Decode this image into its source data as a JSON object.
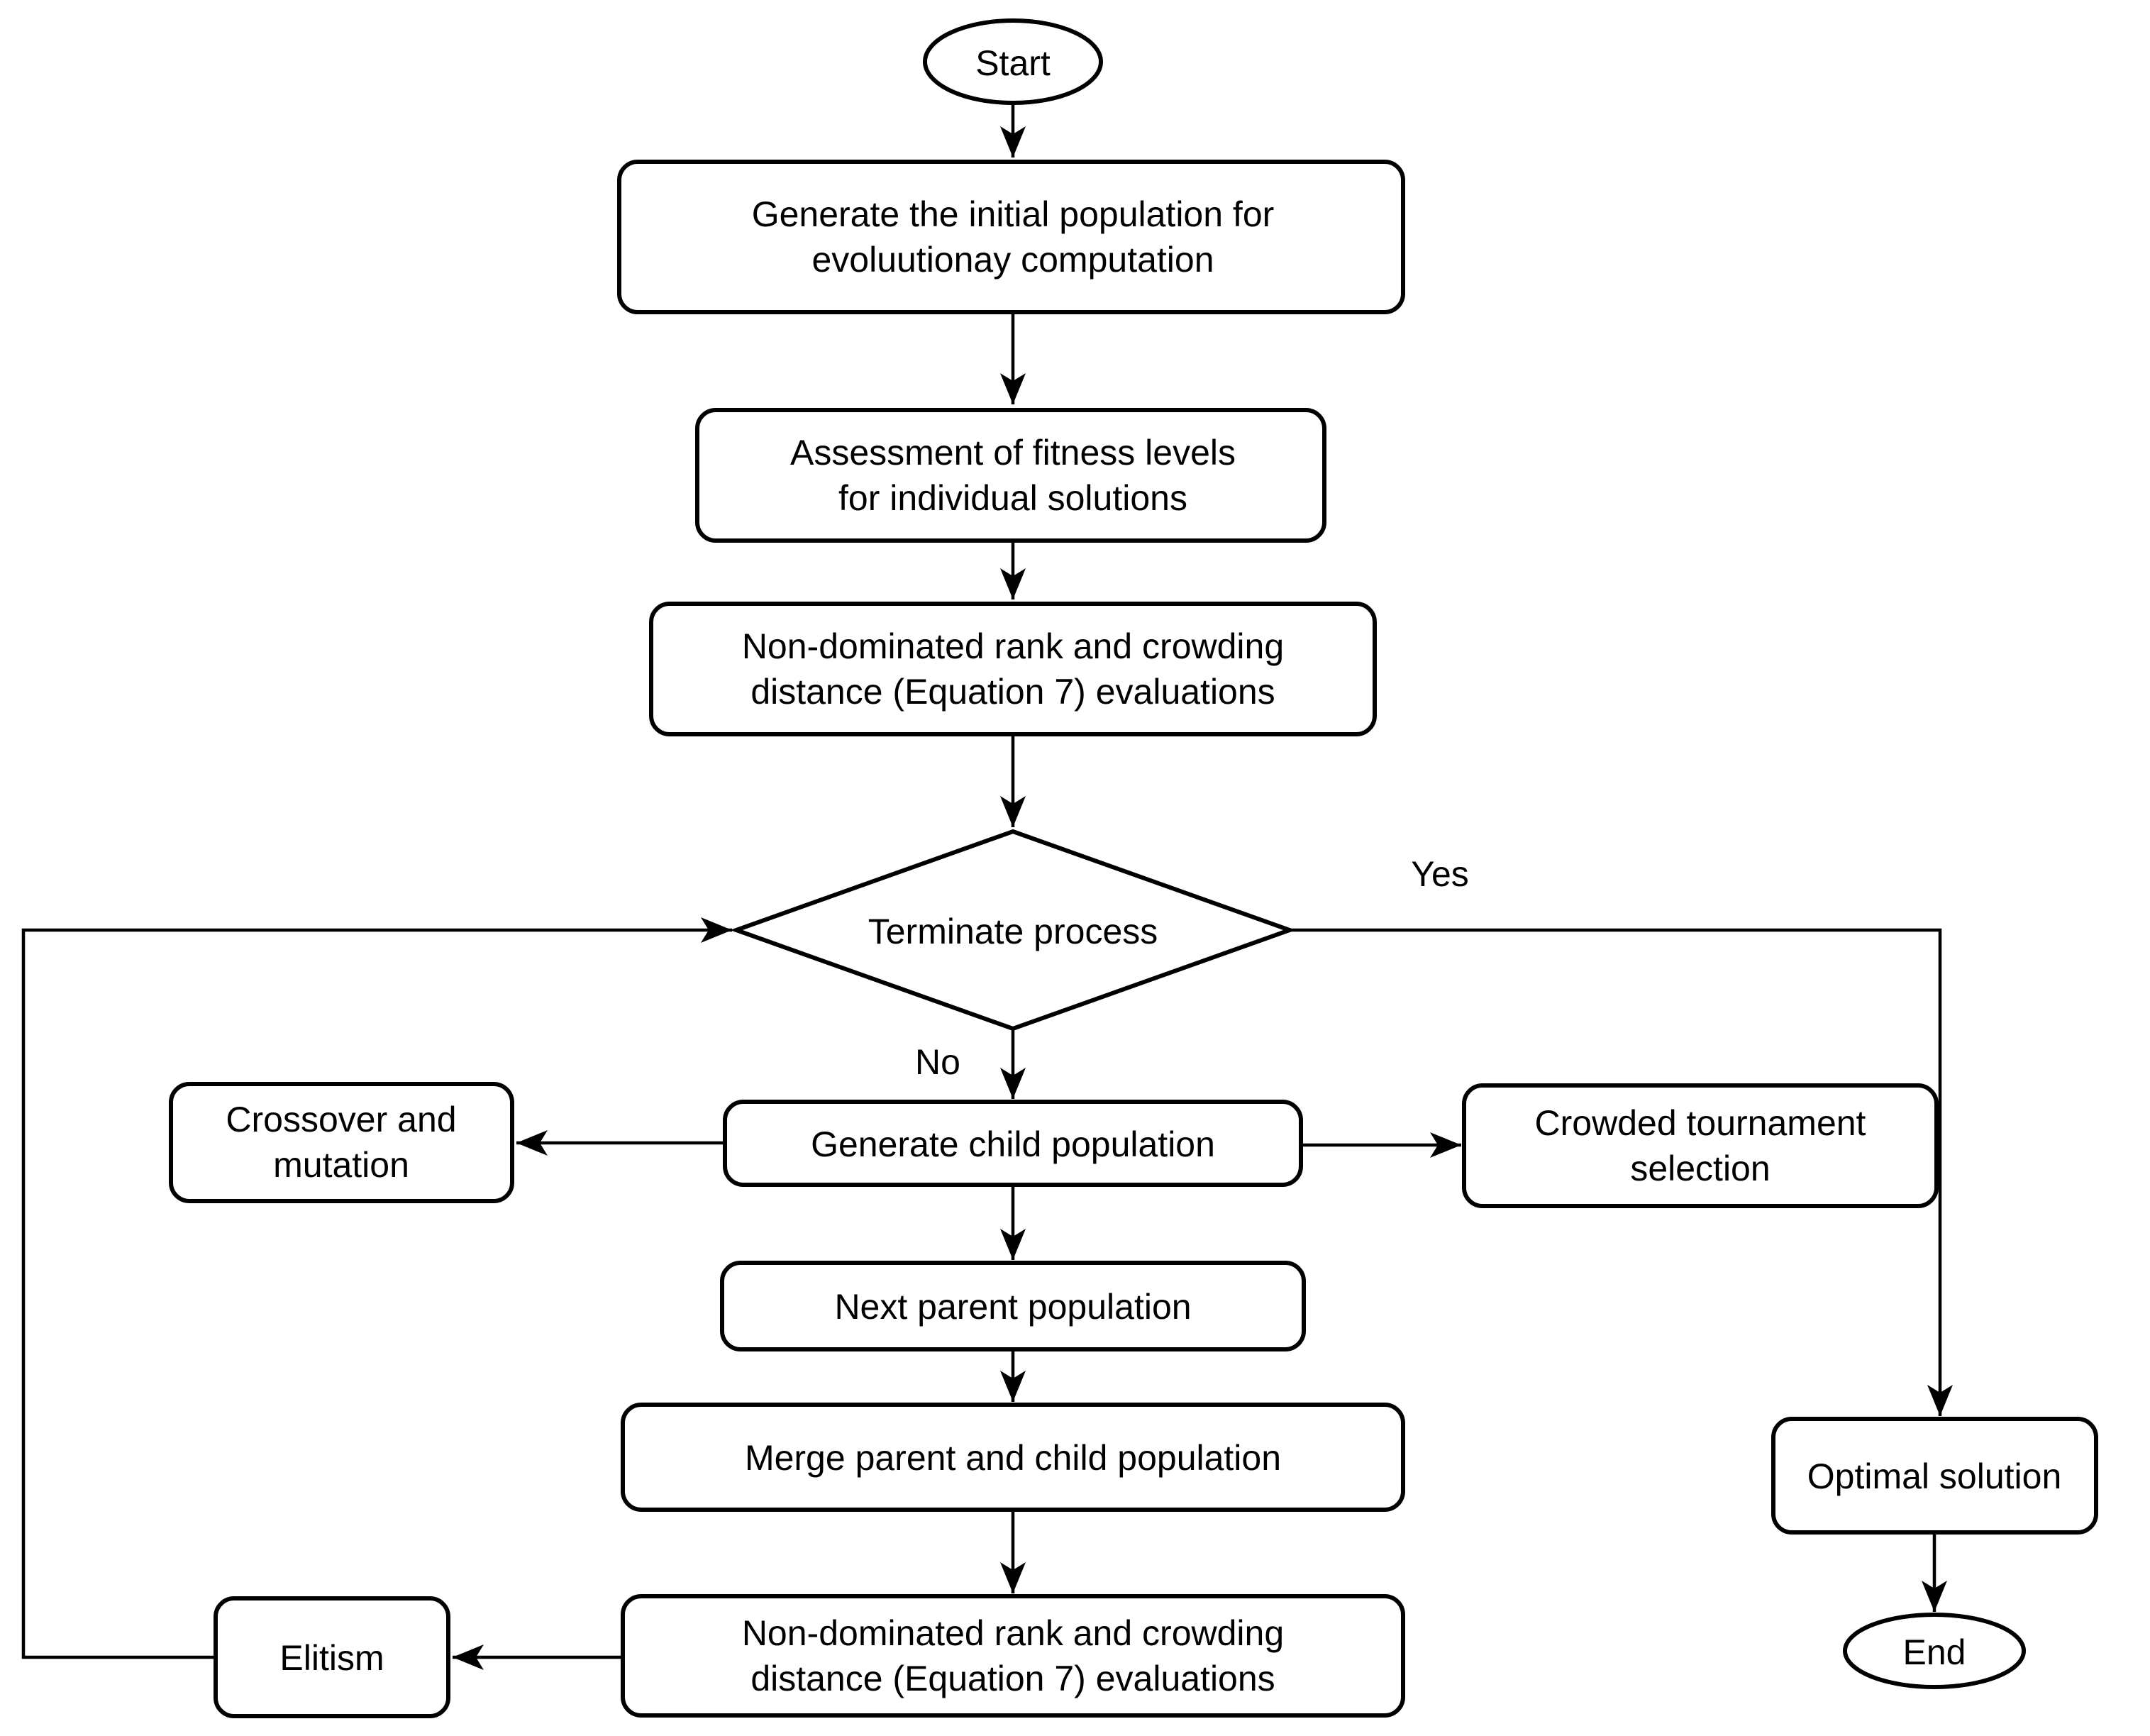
{
  "figure": {
    "type": "flowchart",
    "background_color": "#ffffff",
    "line_color": "#000000",
    "text_color": "#000000"
  },
  "nodes": {
    "start": {
      "shape": "terminator",
      "label": "Start"
    },
    "generate_initial": {
      "shape": "process",
      "lines": [
        "Generate the initial population for",
        "evoluutionay computation"
      ]
    },
    "assess_fitness": {
      "shape": "process",
      "lines": [
        "Assessment of fitness levels",
        "for individual solutions"
      ]
    },
    "rank_crowding_top": {
      "shape": "process",
      "lines": [
        "Non-dominated rank and crowding",
        "distance (Equation 7) evaluations"
      ]
    },
    "terminate": {
      "shape": "decision",
      "label": "Terminate process"
    },
    "crossover_mutation": {
      "shape": "process",
      "lines": [
        "Crossover and",
        "mutation"
      ]
    },
    "generate_child": {
      "shape": "process",
      "label": "Generate child population"
    },
    "crowded_tournament": {
      "shape": "process",
      "lines": [
        "Crowded tournament",
        "selection"
      ]
    },
    "next_parent": {
      "shape": "process",
      "label": "Next parent population"
    },
    "merge_population": {
      "shape": "process",
      "label": "Merge parent and child population"
    },
    "rank_crowding_bottom": {
      "shape": "process",
      "lines": [
        "Non-dominated rank and crowding",
        "distance (Equation 7) evaluations"
      ]
    },
    "elitism": {
      "shape": "process",
      "label": "Elitism"
    },
    "optimal_solution": {
      "shape": "process",
      "label": "Optimal solution"
    },
    "end": {
      "shape": "terminator",
      "label": "End"
    }
  },
  "edge_labels": {
    "yes": "Yes",
    "no": "No"
  }
}
